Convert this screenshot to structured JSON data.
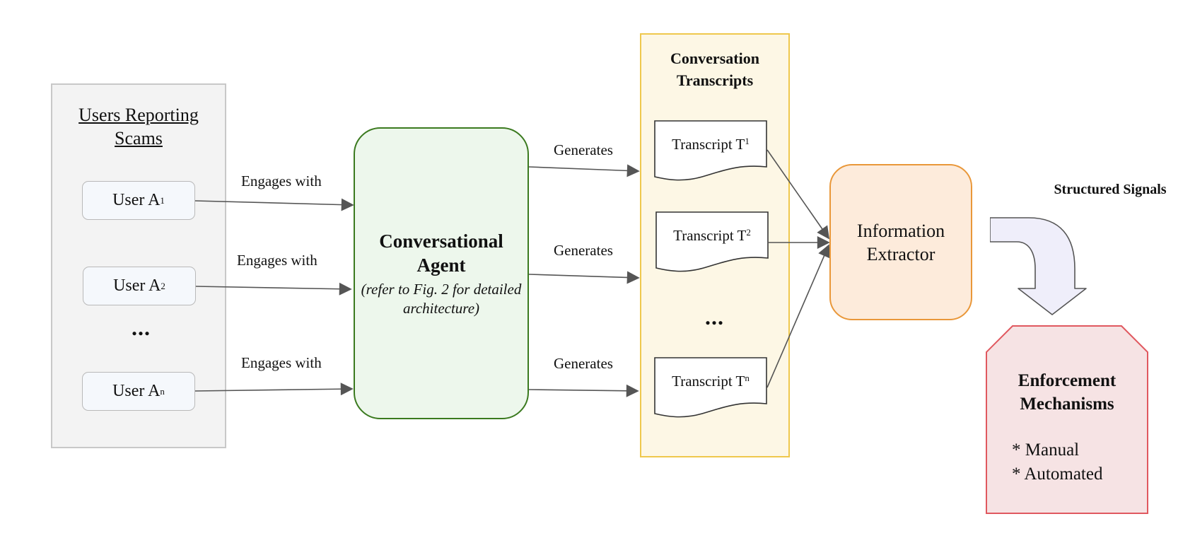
{
  "users_group": {
    "title": "Users Reporting Scams",
    "users": [
      {
        "base": "User A",
        "sub": "1"
      },
      {
        "base": "User A",
        "sub": "2"
      },
      {
        "base": "User A",
        "sub": "n"
      }
    ],
    "ellipsis": "..."
  },
  "edges": {
    "engages_label": "Engages with",
    "generates_label": "Generates"
  },
  "agent": {
    "title": "Conversational Agent",
    "subtitle": "(refer to Fig. 2 for detailed architecture)"
  },
  "transcripts_group": {
    "title": "Conversation Transcripts",
    "transcripts": [
      {
        "base": "Transcript T",
        "sub": "1"
      },
      {
        "base": "Transcript T",
        "sub": "2"
      },
      {
        "base": "Transcript T",
        "sub": "n"
      }
    ],
    "ellipsis": "..."
  },
  "extractor": {
    "label": "Information Extractor"
  },
  "signals": {
    "label": "Structured Signals"
  },
  "enforcement": {
    "title": "Enforcement Mechanisms",
    "items": [
      "* Manual",
      "* Automated"
    ]
  },
  "colors": {
    "users_group_fill": "#f3f3f3",
    "agent_fill": "#edf7ec",
    "agent_border": "#3b7a1f",
    "transcripts_group_fill": "#fdf7e5",
    "transcripts_group_border": "#efc84d",
    "extractor_fill": "#fdebdb",
    "extractor_border": "#e99739",
    "enforcement_fill": "#f6e3e4",
    "enforcement_border": "#e0585f",
    "signal_arrow_fill": "#efeefa"
  }
}
